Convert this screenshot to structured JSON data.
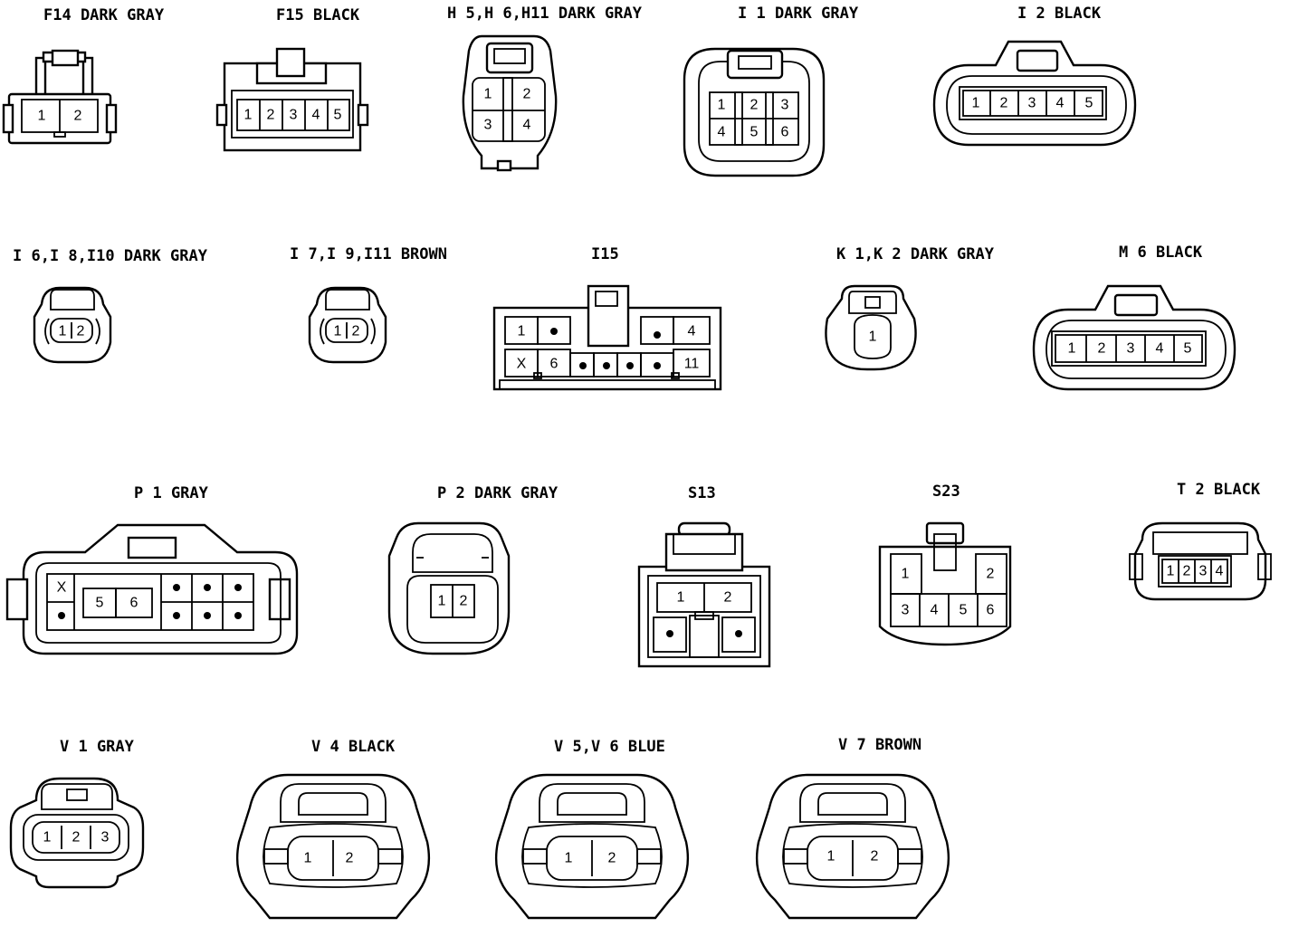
{
  "labels": {
    "f14": "F14 DARK GRAY",
    "f15": "F15 BLACK",
    "h5": "H 5,H 6,H11 DARK GRAY",
    "i1": "I 1 DARK GRAY",
    "i2": "I 2 BLACK",
    "i6": "I 6,I 8,I10 DARK GRAY",
    "i7": "I 7,I 9,I11 BROWN",
    "i15": "I15",
    "k1": "K 1,K 2 DARK GRAY",
    "m6": "M 6 BLACK",
    "p1": "P 1 GRAY",
    "p2": "P 2 DARK GRAY",
    "s13": "S13",
    "s23": "S23",
    "t2": "T 2 BLACK",
    "v1": "V 1 GRAY",
    "v4": "V 4 BLACK",
    "v5": "V 5,V 6 BLUE",
    "v7": "V 7 BROWN"
  },
  "pins": {
    "f14": [
      "1",
      "2"
    ],
    "f15": [
      "1",
      "2",
      "3",
      "4",
      "5"
    ],
    "h5": [
      "1",
      "2",
      "3",
      "4"
    ],
    "i1": [
      "1",
      "2",
      "3",
      "4",
      "5",
      "6"
    ],
    "i2": [
      "1",
      "2",
      "3",
      "4",
      "5"
    ],
    "i6": [
      "1",
      "2"
    ],
    "i7": [
      "1",
      "2"
    ],
    "i15": [
      "1",
      "4",
      "X",
      "6",
      "11"
    ],
    "k1": [
      "1"
    ],
    "m6": [
      "1",
      "2",
      "3",
      "4",
      "5"
    ],
    "p1": [
      "X",
      "5",
      "6"
    ],
    "p2": [
      "1",
      "2"
    ],
    "s13": [
      "1",
      "2"
    ],
    "s23": [
      "1",
      "2",
      "3",
      "4",
      "5",
      "6"
    ],
    "t2": [
      "1",
      "2",
      "3",
      "4"
    ],
    "v1": [
      "1",
      "2",
      "3"
    ],
    "v4": [
      "1",
      "2"
    ],
    "v5": [
      "1",
      "2"
    ],
    "v7": [
      "1",
      "2"
    ]
  }
}
